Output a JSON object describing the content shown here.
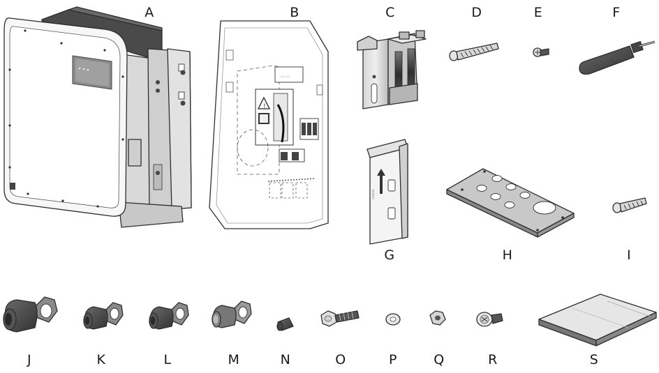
{
  "labels": {
    "A": "A",
    "B": "B",
    "C": "C",
    "D": "D",
    "E": "E",
    "F": "F",
    "G": "G",
    "H": "H",
    "I": "I",
    "J": "J",
    "K": "K",
    "L": "L",
    "M": "M",
    "N": "N",
    "O": "O",
    "P": "P",
    "Q": "Q",
    "R": "R",
    "S": "S"
  },
  "colors": {
    "outline": "#2e2e2e",
    "light_metal": "#e4e4e4",
    "mid_metal": "#bfbfbf",
    "dark_metal": "#5a5a5a",
    "black_part": "#3a3a3a"
  }
}
